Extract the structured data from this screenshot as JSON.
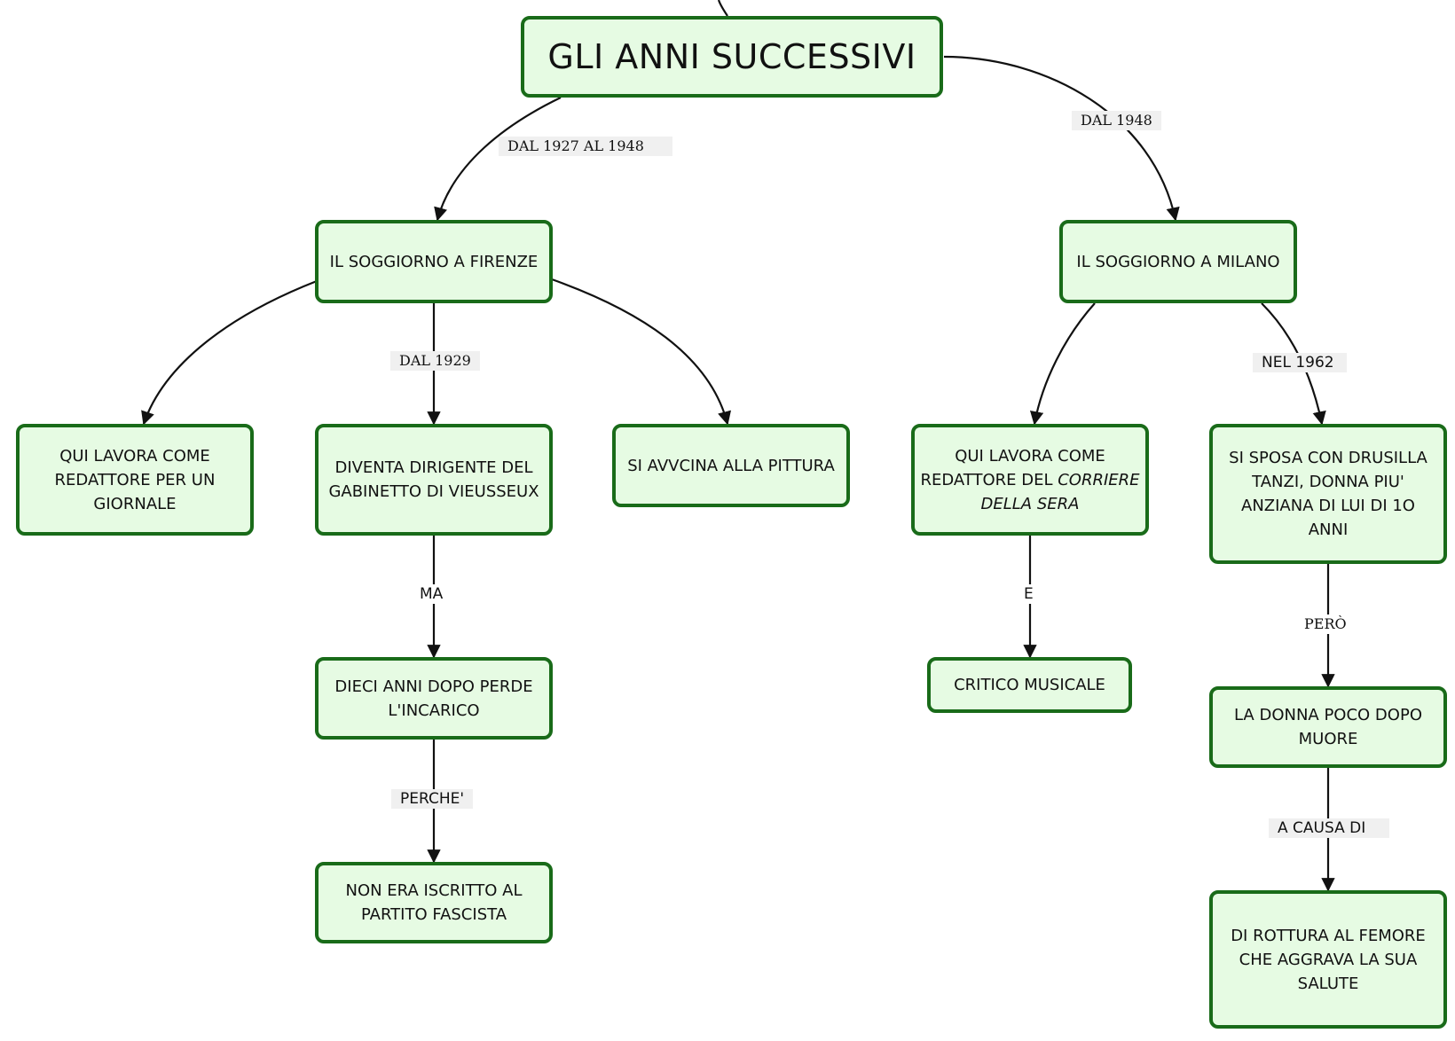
{
  "colors": {
    "node_fill": "#e6fbe3",
    "node_border": "#196b19",
    "edge": "#111111",
    "label_bg": "#f0f0f0"
  },
  "nodes": {
    "root": {
      "lines": [
        "GLI ANNI SUCCESSIVI"
      ]
    },
    "firenze": {
      "lines": [
        "IL SOGGIORNO A FIRENZE"
      ]
    },
    "milano": {
      "lines": [
        "IL SOGGIORNO A MILANO"
      ]
    },
    "redattore_giornale": {
      "lines": [
        "QUI LAVORA COME",
        "REDATTORE PER UN",
        "GIORNALE"
      ]
    },
    "dirigente": {
      "lines": [
        "DIVENTA DIRIGENTE DEL",
        "GABINETTO DI VIEUSSEUX"
      ]
    },
    "pittura": {
      "lines": [
        "SI AVVCINA ALLA PITTURA"
      ]
    },
    "corriere": {
      "line1": "QUI LAVORA COME",
      "line2_prefix": "REDATTORE DEL ",
      "line2_italic": "CORRIERE",
      "line3_italic": "DELLA SERA"
    },
    "drusilla": {
      "lines": [
        "SI SPOSA CON DRUSILLA",
        "TANZI, DONNA PIU'",
        "ANZIANA DI LUI DI 1O",
        "ANNI"
      ]
    },
    "perde_incarico": {
      "lines": [
        "DIECI ANNI DOPO PERDE",
        "L'INCARICO"
      ]
    },
    "critico": {
      "lines": [
        "CRITICO MUSICALE"
      ]
    },
    "muore": {
      "lines": [
        "LA DONNA POCO DOPO",
        "MUORE"
      ]
    },
    "fascista": {
      "lines": [
        "NON ERA ISCRITTO AL",
        "PARTITO FASCISTA"
      ]
    },
    "femore": {
      "lines": [
        "DI ROTTURA AL FEMORE",
        "CHE AGGRAVA LA SUA",
        "SALUTE"
      ]
    }
  },
  "edge_labels": {
    "dal_1927_1948": "DAL 1927 AL 1948",
    "dal_1948": "DAL 1948",
    "dal_1929": "DAL 1929",
    "nel_1962": "NEL 1962",
    "ma": "MA",
    "e": "E",
    "pero": "PERÒ",
    "perche": "PERCHE'",
    "a_causa_di": "A CAUSA DI"
  }
}
